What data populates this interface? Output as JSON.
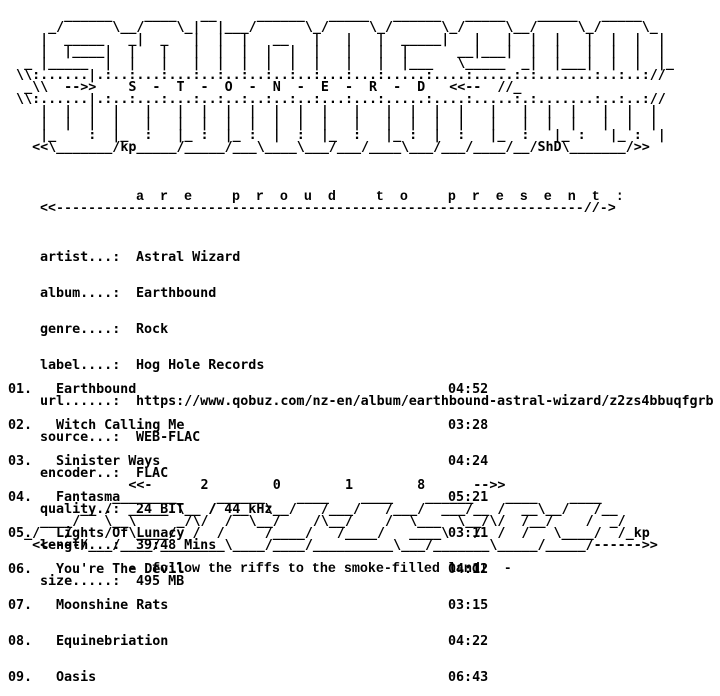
{
  "header_art": "        ______    ____   __     ______   _____   ______   _____    _____   _____\n      _/      \\__/    \\_|  |___/      \\_/     \\_/      \\_/     \\__/     \\_/     \\_\n     |  _____   _|  _   |  |  |   __   |   |   |  _____|   |   |  |  |   |  |  |  |\n     |  |____|  |   |   |  |  |  |  |  |   |   |  |      __|___|  |  |   |  |  |  |\n   _ |_____  |  |   |   |  |  |  |  |  |   |   |  |___   \\_____  _|  |___|  |  |  |_\n  \\\\:......|.:..:...:...:..:..:..:..:..:...:...:.....:....:.....:.:.......:..:..://\n   _\\\\  -->>    S  -  T  -  O  -  N  -  E  -  R  -  D   <<--  //_\n  \\\\:......|.:..:...:...:..:..:..:..:..:...:...:.....:....:.....:.:.......:..:..://\n     |  |  |  |   |   |  |  |  |  |  |  |   |   |  |  |  |   |   |  |  |   |  |  |\n     |  |  |  |   |   |  |  |  |  |  |  |   |   |  |  |  |   |   |  |  |   |  |  |\n     |_    :  |_  :   |_ :  |_ :  |  :  |_  :   |_ :  |  :   |_  :   |_ :   |_ :  |\n    <<\\_______/kp_____/_____/___\\____\\___/___/____\\___/___/____/__/ShD\\_______/>>",
  "present_line": "a  r  e     p  r  o  u  d     t  o     p  r  e  s  e  n  t  :",
  "divider": "<<------------------------------------------------------------------//->",
  "info": [
    {
      "key": "artist...:",
      "value": "Astral Wizard"
    },
    {
      "key": "album....:",
      "value": "Earthbound"
    },
    {
      "key": "genre....:",
      "value": "Rock"
    },
    {
      "key": "label....:",
      "value": "Hog Hole Records"
    },
    {
      "key": "url......:",
      "value": "https://www.qobuz.com/nz-en/album/earthbound-astral-wizard/z2zs4bbuqfgrb"
    },
    {
      "key": "source...:",
      "value": "WEB-FLAC"
    },
    {
      "key": "encoder..:",
      "value": "FLAC"
    },
    {
      "key": "quality..:",
      "value": "24 BIT   / 44 kHz"
    },
    {
      "key": "length...:",
      "value": "39:48 Mins"
    },
    {
      "key": "size.....:",
      "value": "495 MB"
    }
  ],
  "tracks": [
    {
      "num": "01.",
      "title": "Earthbound",
      "time": "04:52"
    },
    {
      "num": "02.",
      "title": "Witch Calling Me",
      "time": "03:28"
    },
    {
      "num": "03.",
      "title": "Sinister Ways",
      "time": "04:24"
    },
    {
      "num": "04.",
      "title": "Fantasma",
      "time": "05:21"
    },
    {
      "num": "05.",
      "title": "Lights Of Lunacy",
      "time": "03:11"
    },
    {
      "num": "06.",
      "title": "You're The Devil",
      "time": "04:12"
    },
    {
      "num": "07.",
      "title": "Moonshine Rats",
      "time": "03:15"
    },
    {
      "num": "08.",
      "title": "Equinebriation",
      "time": "04:22"
    },
    {
      "num": "09.",
      "title": "Oasis",
      "time": "06:43"
    }
  ],
  "year_art": "                <<-      2        0        1        8      -->>\n              ________     ______    ____    ____    ______    ____    ____\n          __ /  _____ \\__ /  __  \\__/   /___/   /___/  ___/__ /  __\\__/   /__\n     ____/   \\__\\     _/\\/  /  \\__/    /\\__/    /  \\___  \\__/\\/  /__/    /  _/\n   _/   /    /  \\____/  /  /     /____/   /____/   ____\\   /  /  /   \\____/  /_kp\n    <<----/___/____/________\\____/____/__________\\___/_______\\_____/_____/------>>",
  "footer_text": "-  follow the riffs to the smoke-filled land!  -"
}
